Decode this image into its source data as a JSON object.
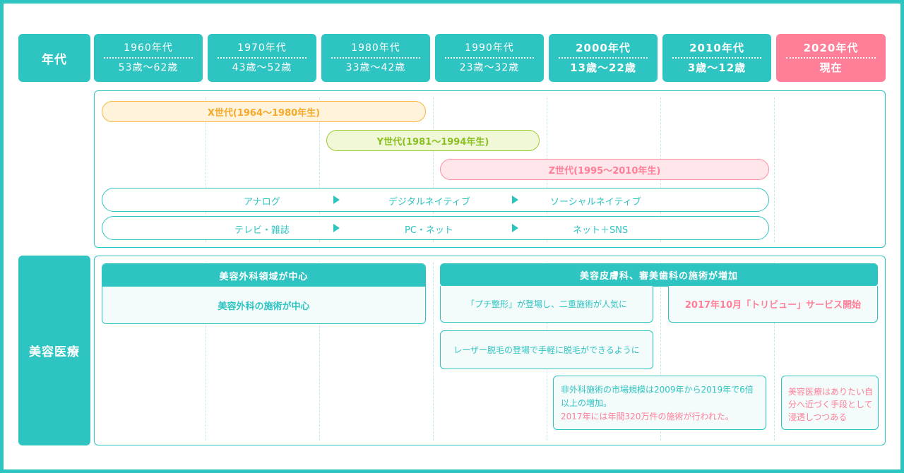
{
  "header": {
    "label": "年代",
    "eras": [
      {
        "decade": "1960年代",
        "age": "53歳〜62歳"
      },
      {
        "decade": "1970年代",
        "age": "43歳〜52歳"
      },
      {
        "decade": "1980年代",
        "age": "33歳〜42歳"
      },
      {
        "decade": "1990年代",
        "age": "23歳〜32歳"
      },
      {
        "decade": "2000年代",
        "age": "13歳〜22歳"
      },
      {
        "decade": "2010年代",
        "age": "3歳〜12歳"
      },
      {
        "decade": "2020年代",
        "age": "現在"
      }
    ]
  },
  "generations": {
    "x": "X世代(1964〜1980年生)",
    "y": "Y世代(1981〜1994年生)",
    "z": "Z世代(1995〜2010年生)"
  },
  "flows": {
    "native": [
      "アナログ",
      "デジタルネイティブ",
      "ソーシャルネイティブ"
    ],
    "media": [
      "テレビ・雑誌",
      "PC・ネット",
      "ネット＋SNS"
    ]
  },
  "cosmetic": {
    "label": "美容医療",
    "surgery": {
      "title": "美容外科領域が中心",
      "body": "美容外科の施術が中心"
    },
    "derm": {
      "title": "美容皮膚科、審美歯科の施術が増加"
    },
    "puchi": "「プチ整形」が登場し、二重施術が人気に",
    "tribeau": "2017年10月「トリビュー」サービス開始",
    "laser": "レーザー脱毛の登場で手軽に脱毛ができるように",
    "market": {
      "line1": "非外科施術の市場規模は2009年から2019年で6倍",
      "line2": "以上の増加。",
      "line3": "2017年には年間320万件の施術が行われた。"
    },
    "future": {
      "line1": "美容医療はありたい自",
      "line2": "分へ近づく手段として",
      "line3": "浸透しつつある"
    }
  },
  "colors": {
    "teal": "#2ec4c2",
    "pink": "#ff7f98",
    "orange": "#f6a92a",
    "green": "#8cbf22"
  }
}
